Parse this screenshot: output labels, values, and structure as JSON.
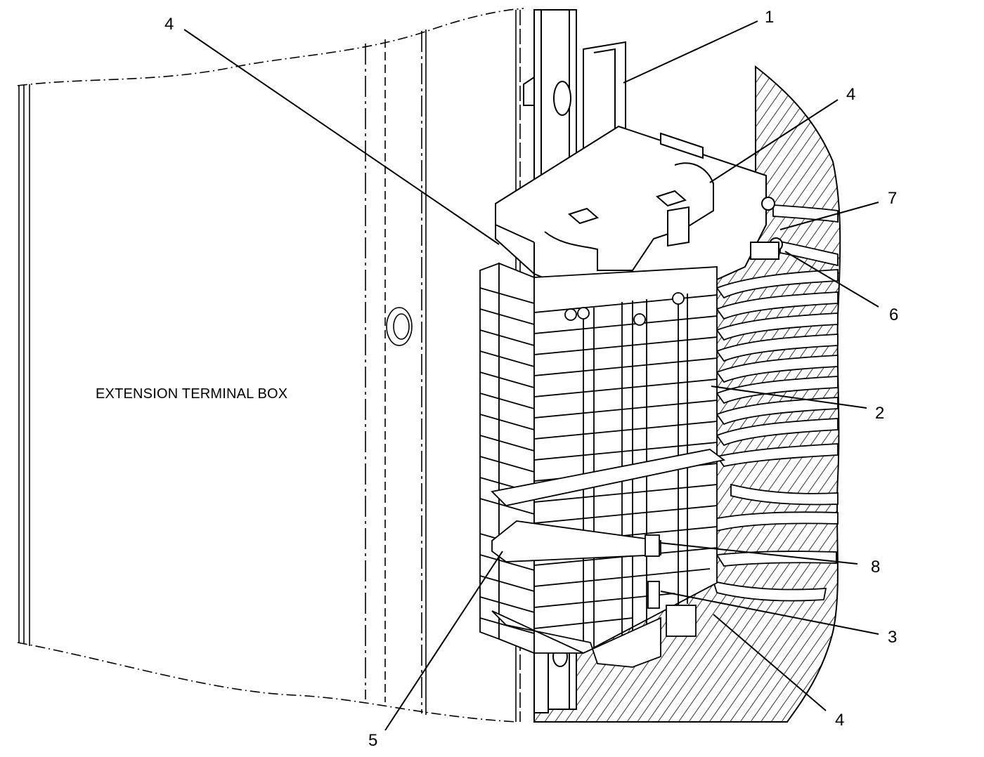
{
  "box_label": "EXTENSION TERMINAL BOX",
  "callouts": [
    {
      "id": "c1",
      "text": "1"
    },
    {
      "id": "c4a",
      "text": "4"
    },
    {
      "id": "c4b",
      "text": "4"
    },
    {
      "id": "c7",
      "text": "7"
    },
    {
      "id": "c6",
      "text": "6"
    },
    {
      "id": "c2",
      "text": "2"
    },
    {
      "id": "c8",
      "text": "8"
    },
    {
      "id": "c3",
      "text": "3"
    },
    {
      "id": "c4c",
      "text": "4"
    },
    {
      "id": "c5",
      "text": "5"
    }
  ],
  "colors": {
    "line": "#000000",
    "background": "#ffffff"
  }
}
